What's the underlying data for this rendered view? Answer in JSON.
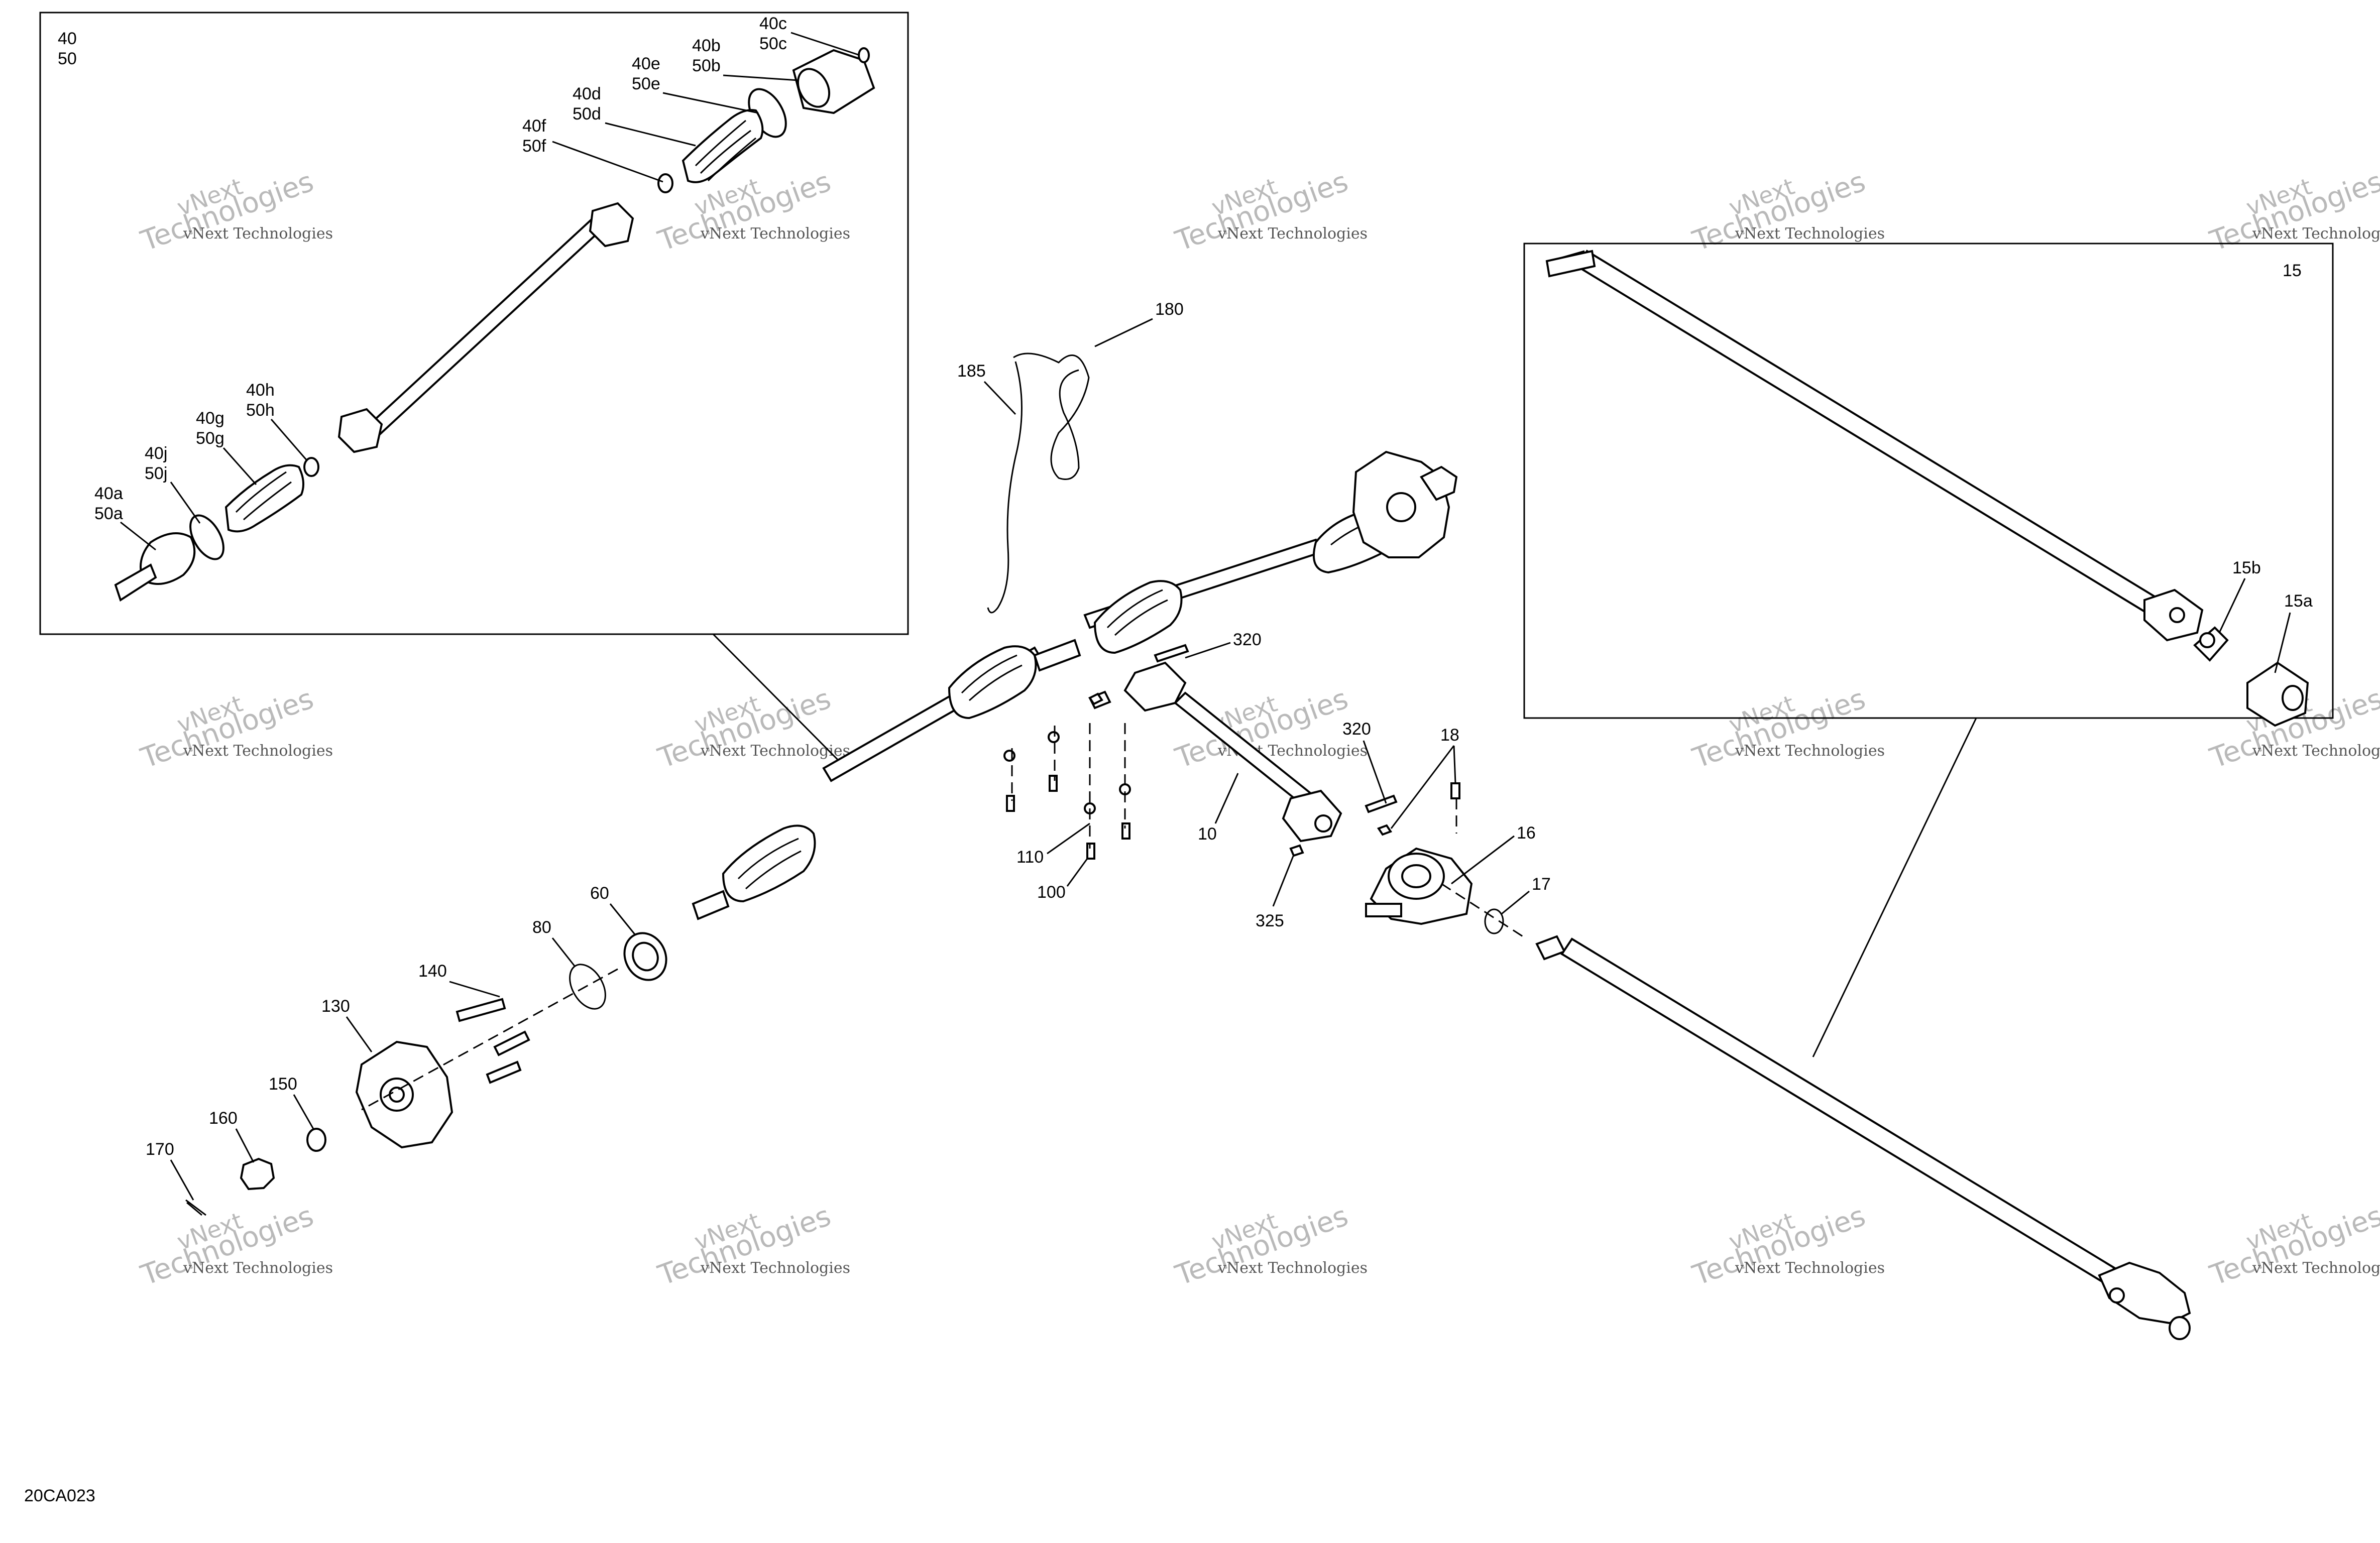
{
  "diagram_code": "20CA023",
  "watermark": {
    "brand_top": "vNext",
    "brand_bottom": "Technologies",
    "small": "vNext Technologies"
  },
  "inset_left": {
    "header_line1": "40",
    "header_line2": "50",
    "callouts": [
      {
        "line1": "40c",
        "line2": "50c"
      },
      {
        "line1": "40b",
        "line2": "50b"
      },
      {
        "line1": "40e",
        "line2": "50e"
      },
      {
        "line1": "40d",
        "line2": "50d"
      },
      {
        "line1": "40f",
        "line2": "50f"
      },
      {
        "line1": "40h",
        "line2": "50h"
      },
      {
        "line1": "40g",
        "line2": "50g"
      },
      {
        "line1": "40j",
        "line2": "50j"
      },
      {
        "line1": "40a",
        "line2": "50a"
      }
    ]
  },
  "inset_right": {
    "header": "15",
    "callouts": [
      "15b",
      "15a"
    ]
  },
  "main_callouts": {
    "c180": "180",
    "c185": "185",
    "c320a": "320",
    "c320b": "320",
    "c18": "18",
    "c16": "16",
    "c17": "17",
    "c10": "10",
    "c325": "325",
    "c110": "110",
    "c100": "100",
    "c60": "60",
    "c80": "80",
    "c140": "140",
    "c130": "130",
    "c150": "150",
    "c160": "160",
    "c170": "170"
  }
}
